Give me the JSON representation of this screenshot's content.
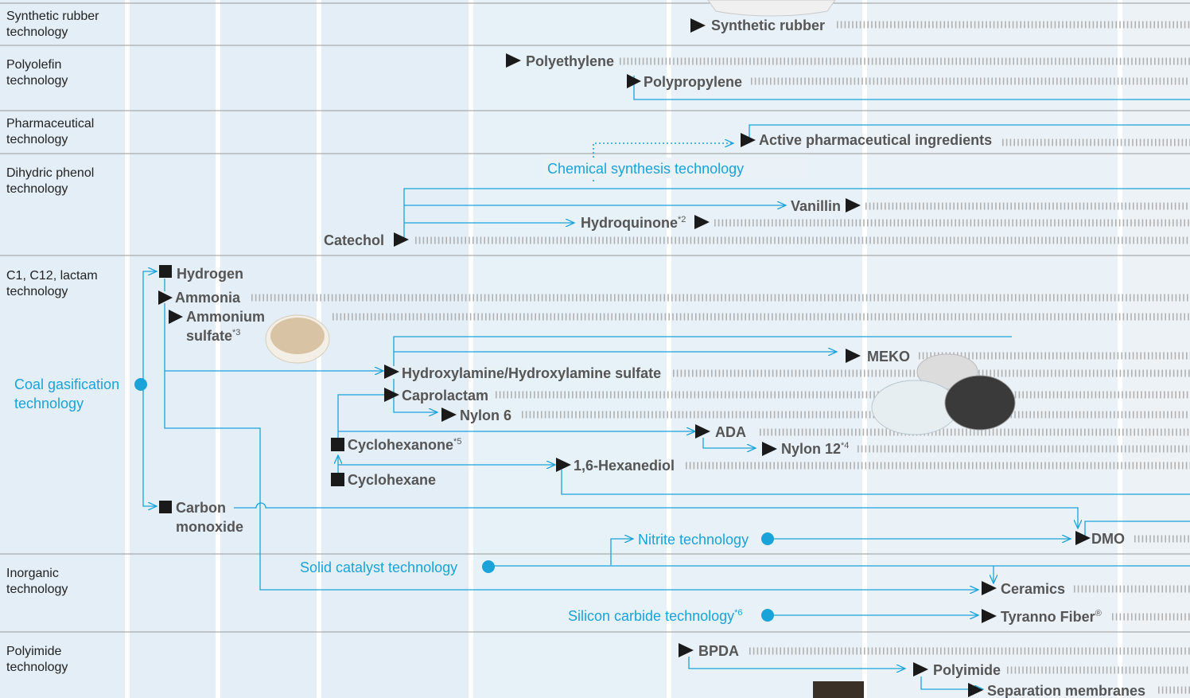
{
  "categories": [
    {
      "key": "synthetic_rubber",
      "label": "Synthetic rubber\ntechnology"
    },
    {
      "key": "polyolefin",
      "label": "Polyolefin\ntechnology"
    },
    {
      "key": "pharmaceutical",
      "label": "Pharmaceutical\ntechnology"
    },
    {
      "key": "dihydric_phenol",
      "label": "Dihydric phenol\ntechnology"
    },
    {
      "key": "c1_c12_lactam",
      "label": "C1, C12, lactam\ntechnology"
    },
    {
      "key": "inorganic",
      "label": "Inorganic\ntechnology"
    },
    {
      "key": "polyimide",
      "label": "Polyimide\ntechnology"
    }
  ],
  "products": {
    "synthetic_rubber": "Synthetic rubber",
    "polyethylene": "Polyethylene",
    "polypropylene": "Polypropylene",
    "active_pharma": "Active pharmaceutical ingredients",
    "vanillin": "Vanillin",
    "hydroquinone": "Hydroquinone",
    "hydroquinone_note": "*2",
    "catechol": "Catechol",
    "hydrogen": "Hydrogen",
    "ammonia": "Ammonia",
    "ammonium_sulfate_1": "Ammonium",
    "ammonium_sulfate_2": "sulfate",
    "ammonium_sulfate_note": "*3",
    "meko": "MEKO",
    "hydroxylamine": "Hydroxylamine/Hydroxylamine sulfate",
    "caprolactam": "Caprolactam",
    "nylon6": "Nylon 6",
    "ada": "ADA",
    "nylon12": "Nylon 12",
    "nylon12_note": "*4",
    "cyclohexanone": "Cyclohexanone",
    "cyclohexanone_note": "*5",
    "hexanediol": "1,6-Hexanediol",
    "cyclohexane": "Cyclohexane",
    "carbon_monoxide_1": "Carbon",
    "carbon_monoxide_2": "monoxide",
    "dmo": "DMO",
    "ceramics": "Ceramics",
    "tyranno": "Tyranno Fiber",
    "tyranno_mark": "®",
    "bpda": "BPDA",
    "polyimide": "Polyimide",
    "separation": "Separation membranes"
  },
  "technologies": {
    "chemical_synthesis": "Chemical synthesis technology",
    "coal_gasification_1": "Coal gasification",
    "coal_gasification_2": "technology",
    "nitrite": "Nitrite technology",
    "solid_catalyst": "Solid catalyst technology",
    "silicon_carbide": "Silicon carbide technology",
    "silicon_carbide_note": "*6"
  },
  "colors": {
    "accent": "#1aa3d9",
    "band": "#e6f1f8",
    "product_text": "#555555",
    "marker": "#1a1a1a",
    "hatch": "#b0b0b0"
  }
}
